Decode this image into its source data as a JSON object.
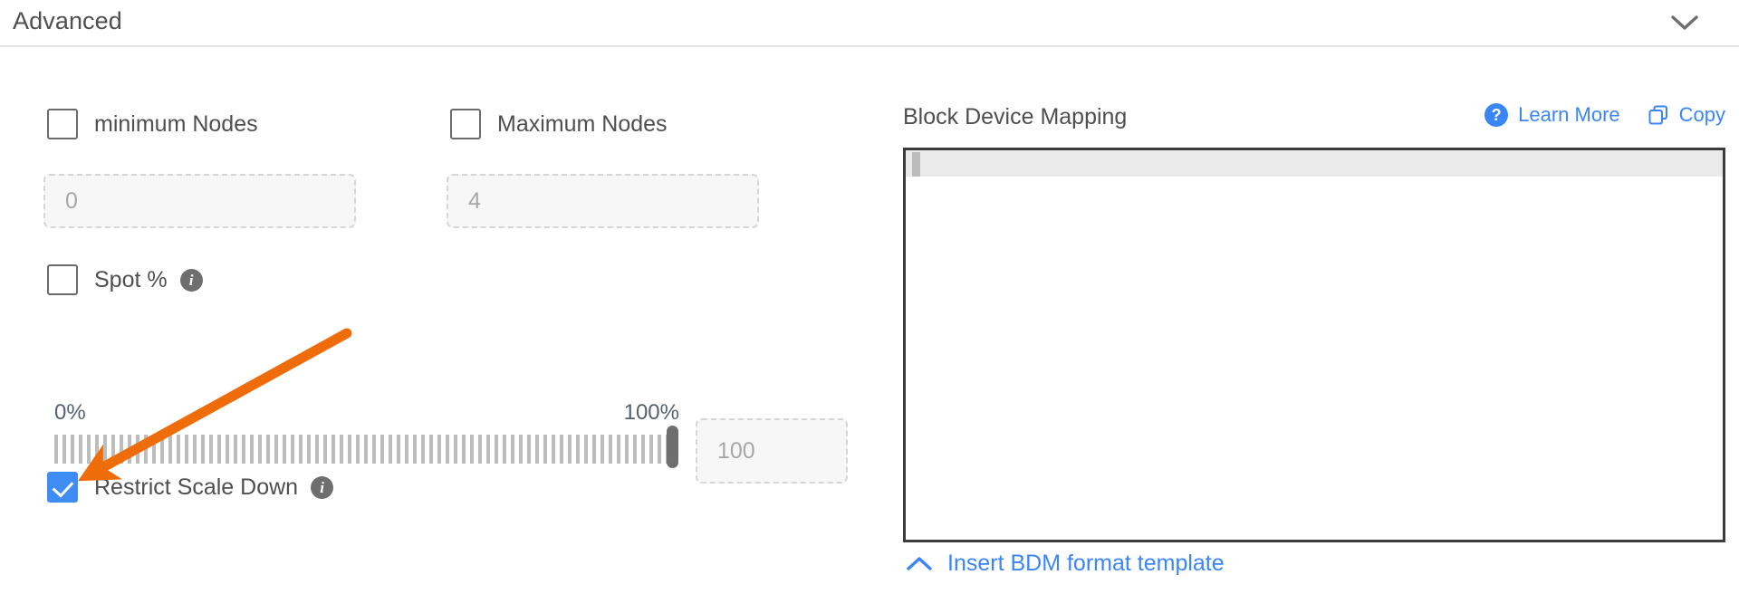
{
  "section": {
    "title": "Advanced",
    "toggle_icon": "chevron-down-icon"
  },
  "left_panel": {
    "min_nodes": {
      "label": "minimum Nodes",
      "checked": false,
      "input_value": "0"
    },
    "max_nodes": {
      "label": "Maximum Nodes",
      "checked": false,
      "input_value": "4"
    },
    "spot": {
      "label": "Spot %",
      "checked": false,
      "info_icon": "info-icon",
      "info_glyph": "i"
    },
    "slider": {
      "min_label": "0%",
      "max_label": "100%",
      "value": "100",
      "value_box": "100"
    },
    "restrict_scale_down": {
      "label": "Restrict Scale Down",
      "checked": true,
      "info_icon": "info-icon",
      "info_glyph": "i"
    }
  },
  "right_panel": {
    "title": "Block Device Mapping",
    "learn_more": {
      "label": "Learn More",
      "icon": "question-circle-icon",
      "glyph": "?"
    },
    "copy": {
      "label": "Copy",
      "icon": "copy-icon"
    },
    "editor_content": "",
    "footer_link": {
      "label": "Insert BDM format template",
      "icon": "chevron-up-icon"
    }
  },
  "colors": {
    "accent_blue": "#3b86f7",
    "checkbox_checked": "#3f8cf5",
    "annotation_orange": "#ef6c0b",
    "text": "#4f4f4f",
    "muted": "#a8a8a8"
  },
  "annotation": {
    "type": "arrow",
    "color": "#ef6c0b",
    "points_to": "restrict-scale-down-checkbox"
  }
}
